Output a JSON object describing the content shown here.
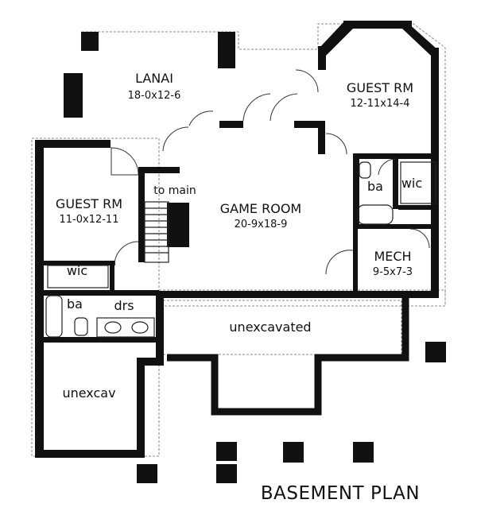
{
  "plan_title": "BASEMENT PLAN",
  "rooms": {
    "lanai": {
      "name": "LANAI",
      "dims": "18-0x12-6"
    },
    "guest_rm_right": {
      "name": "GUEST RM",
      "dims": "12-11x14-4"
    },
    "guest_rm_left": {
      "name": "GUEST RM",
      "dims": "11-0x12-11"
    },
    "game_room": {
      "name": "GAME ROOM",
      "dims": "20-9x18-9"
    },
    "mech": {
      "name": "MECH",
      "dims": "9-5x7-3"
    }
  },
  "labels": {
    "to_main": "to main",
    "ba_right": "ba",
    "wic_right": "wic",
    "wic_left": "wic",
    "ba_left": "ba",
    "drs": "drs",
    "unexcavated": "unexcavated",
    "unexcav": "unexcav"
  },
  "colors": {
    "wall": "#111111",
    "background": "#ffffff",
    "dashed_outline": "#888888"
  }
}
